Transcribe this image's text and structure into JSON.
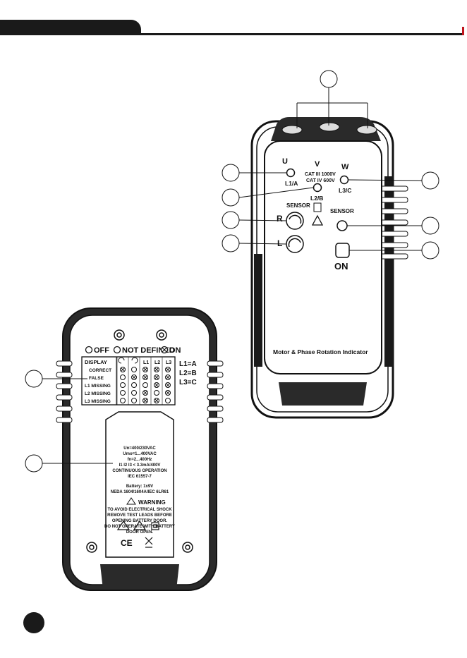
{
  "front": {
    "label_u": "U",
    "label_v": "V",
    "label_w": "W",
    "label_l1": "L1/A",
    "label_l2": "L2/B",
    "label_l3": "L3/C",
    "cat_line1": "CAT III 1000V",
    "cat_line2": "CAT IV 600V",
    "sensor_left": "SENSOR",
    "sensor_right": "SENSOR",
    "label_r": "R",
    "label_l": "L",
    "on_label": "ON",
    "product_name": "Motor & Phase Rotation Indicator"
  },
  "back": {
    "legend_off": "OFF",
    "legend_not_defined": "NOT DEFINED",
    "legend_on": "ON",
    "table_header": "DISPLAY",
    "col_headers": [
      "",
      "",
      "L1",
      "L2",
      "L3"
    ],
    "rows": [
      {
        "label": "CORRECT",
        "cells": [
          "on",
          "off",
          "on",
          "on",
          "on"
        ]
      },
      {
        "label": "FALSE",
        "cells": [
          "off",
          "on",
          "on",
          "on",
          "on"
        ]
      },
      {
        "label": "L1 MISSING",
        "cells": [
          "off",
          "off",
          "off",
          "on",
          "on"
        ]
      },
      {
        "label": "L2 MISSING",
        "cells": [
          "off",
          "off",
          "on",
          "off",
          "on"
        ]
      },
      {
        "label": "L3 MISSING",
        "cells": [
          "off",
          "off",
          "on",
          "on",
          "off"
        ]
      }
    ],
    "mapping": [
      "L1=A",
      "L2=B",
      "L3=C"
    ],
    "spec_lines": [
      "Un=400/230VAC",
      "Umo=1...400VAC",
      "fn=2...400Hz",
      "l1 l2 l3 < 3.3mA/400V",
      "CONTINUOUS OPERATION",
      "IEC 61557-7"
    ],
    "battery_lines": [
      "Battery: 1x9V",
      "NEDA 1604/1604A/IEC 6LR61"
    ],
    "warning_title": "WARNING",
    "warning_lines": [
      "TO AVOID ELECTRICAL SHOCK",
      "REMOVE TEST LEADS BEFORE",
      "OPENING BATTERY DOOR.",
      "DO NOT OPERATE WITH BATTERY",
      "DOOR OPEN."
    ],
    "ce_mark": "CE"
  }
}
